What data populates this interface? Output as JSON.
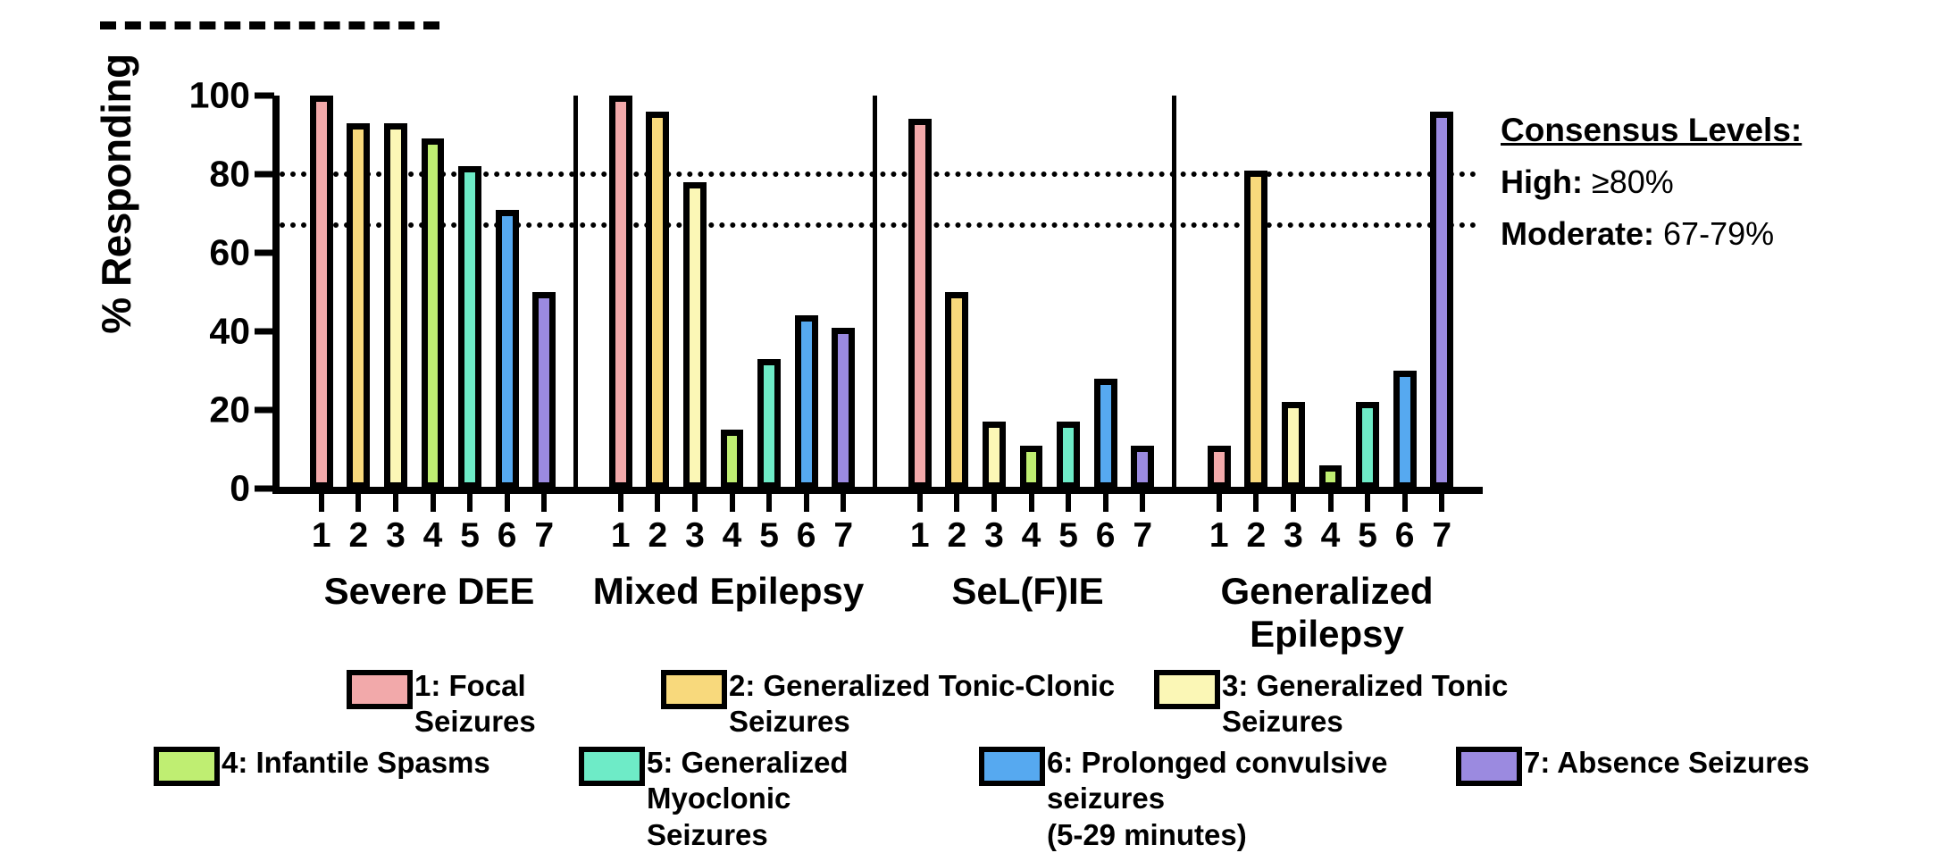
{
  "chart_data": {
    "type": "bar",
    "title": "",
    "xlabel": "",
    "ylabel": "% Responding",
    "ylim": [
      0,
      100
    ],
    "yticks": [
      0,
      20,
      40,
      60,
      80,
      100
    ],
    "grid": true,
    "gridlines": [
      {
        "value": 80,
        "label": "High threshold",
        "style": "dotted"
      },
      {
        "value": 67,
        "label": "Moderate threshold",
        "style": "dotted"
      }
    ],
    "legend_position": "bottom",
    "group_labels": [
      "Severe DEE",
      "Mixed Epilepsy",
      "SeL(F)IE",
      "Generalized\nEpilepsy"
    ],
    "categories": [
      "1",
      "2",
      "3",
      "4",
      "5",
      "6",
      "7"
    ],
    "series": [
      {
        "name": "1: Focal Seizures",
        "color": "#F2A9AA",
        "values": [
          100,
          100,
          94,
          11
        ]
      },
      {
        "name": "2: Generalized Tonic-Clonic Seizures",
        "color": "#F8D97C",
        "values": [
          93,
          96,
          50,
          81
        ]
      },
      {
        "name": "3: Generalized Tonic Seizures",
        "color": "#FBF7B6",
        "values": [
          93,
          78,
          17,
          22
        ]
      },
      {
        "name": "4: Infantile Spasms",
        "color": "#BFEE72",
        "values": [
          89,
          15,
          11,
          6
        ]
      },
      {
        "name": "5: Generalized Myoclonic Seizures",
        "color": "#6EEBC7",
        "values": [
          82,
          33,
          17,
          22
        ]
      },
      {
        "name": "6: Prolonged convulsive seizures (5-29 minutes)",
        "color": "#56A9F0",
        "values": [
          71,
          44,
          28,
          30
        ]
      },
      {
        "name": "7: Absence Seizures",
        "color": "#9B8AE0",
        "values": [
          50,
          41,
          11,
          96
        ]
      }
    ],
    "groups": [
      {
        "label": "Severe DEE",
        "values": [
          100,
          93,
          93,
          89,
          82,
          71,
          50
        ]
      },
      {
        "label": "Mixed Epilepsy",
        "values": [
          100,
          96,
          78,
          15,
          33,
          44,
          41
        ]
      },
      {
        "label": "SeL(F)IE",
        "values": [
          94,
          50,
          17,
          11,
          17,
          28,
          11
        ]
      },
      {
        "label": "Generalized Epilepsy",
        "values": [
          11,
          81,
          22,
          6,
          22,
          30,
          96
        ]
      }
    ]
  },
  "axis": {
    "y_label": "% Responding",
    "y_ticks": [
      "0",
      "20",
      "40",
      "60",
      "80",
      "100"
    ]
  },
  "groups": [
    {
      "label": "Severe DEE",
      "tick_labels": [
        "1",
        "2",
        "3",
        "4",
        "5",
        "6",
        "7"
      ]
    },
    {
      "label": "Mixed Epilepsy",
      "tick_labels": [
        "1",
        "2",
        "3",
        "4",
        "5",
        "6",
        "7"
      ]
    },
    {
      "label": "SeL(F)IE",
      "tick_labels": [
        "1",
        "2",
        "3",
        "4",
        "5",
        "6",
        "7"
      ]
    },
    {
      "label": "Generalized\nEpilepsy",
      "tick_labels": [
        "1",
        "2",
        "3",
        "4",
        "5",
        "6",
        "7"
      ]
    }
  ],
  "consensus": {
    "title": "Consensus Levels:",
    "high_label": "High:",
    "high_value": " ≥80%",
    "moderate_label": "Moderate:",
    "moderate_value": " 67-79%"
  },
  "legend": {
    "row1": [
      {
        "label": "1: Focal Seizures",
        "color": "#F2A9AA"
      },
      {
        "label": "2: Generalized Tonic-Clonic\nSeizures",
        "color": "#F8D97C"
      },
      {
        "label": "3: Generalized Tonic Seizures",
        "color": "#FBF7B6"
      }
    ],
    "row2": [
      {
        "label": "4: Infantile Spasms",
        "color": "#BFEE72"
      },
      {
        "label": "5: Generalized Myoclonic\nSeizures",
        "color": "#6EEBC7"
      },
      {
        "label": "6: Prolonged convulsive seizures\n(5-29 minutes)",
        "color": "#56A9F0"
      },
      {
        "label": "7: Absence Seizures",
        "color": "#9B8AE0"
      }
    ]
  }
}
